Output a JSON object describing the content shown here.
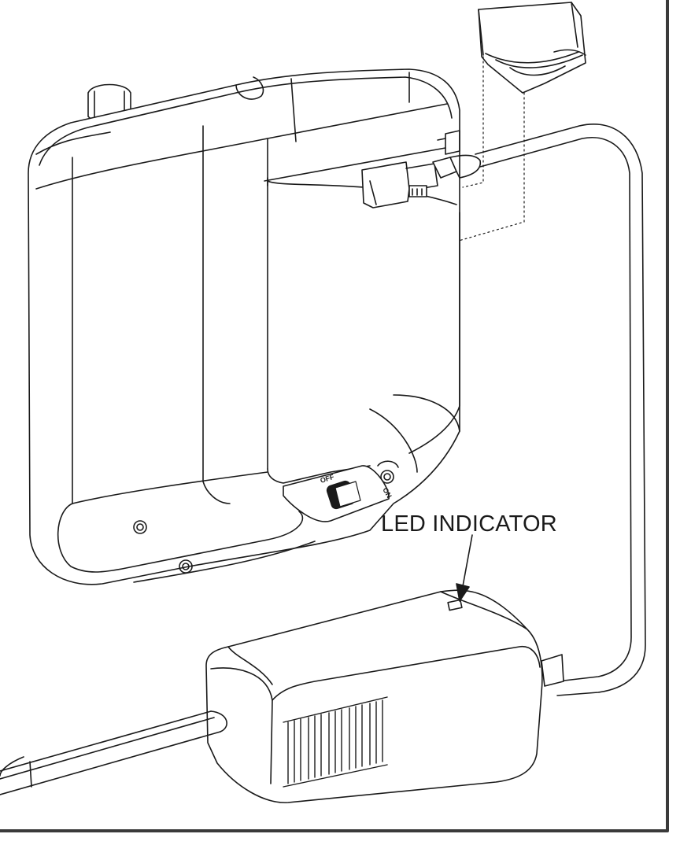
{
  "callout": {
    "label": "LED INDICATOR"
  },
  "switch": {
    "off_label": "OFF",
    "on_label": "ON"
  },
  "colors": {
    "line": "#1a1a1a",
    "frame": "#3a3a3a",
    "background": "#ffffff"
  }
}
